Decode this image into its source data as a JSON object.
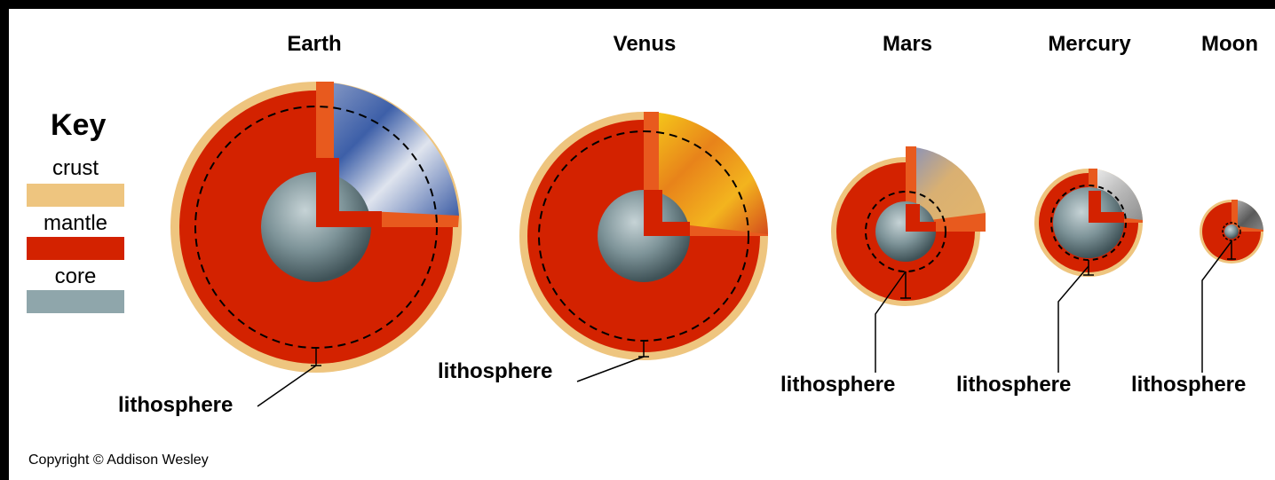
{
  "planets": [
    {
      "name": "Earth",
      "lithosphere_label": "lithosphere",
      "surface_texture": "earth-surface-texture"
    },
    {
      "name": "Venus",
      "lithosphere_label": "lithosphere",
      "surface_texture": "venus-surface-texture"
    },
    {
      "name": "Mars",
      "lithosphere_label": "lithosphere",
      "surface_texture": "mars-surface-texture"
    },
    {
      "name": "Mercury",
      "lithosphere_label": "lithosphere",
      "surface_texture": "mercury-surface-texture"
    },
    {
      "name": "Moon",
      "lithosphere_label": "lithosphere",
      "surface_texture": "moon-surface-texture"
    }
  ],
  "key": {
    "title": "Key",
    "items": [
      {
        "label": "crust",
        "color": "#EEC57F"
      },
      {
        "label": "mantle",
        "color": "#D32200"
      },
      {
        "label": "core",
        "color": "#8FA6AB"
      }
    ]
  },
  "copyright": "Copyright © Addison Wesley"
}
